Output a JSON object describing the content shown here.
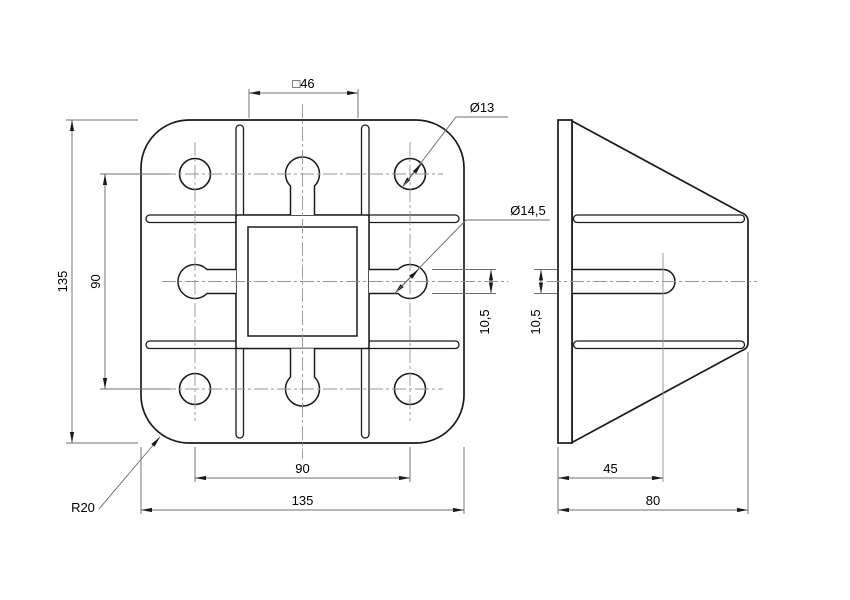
{
  "drawing": {
    "background": "#ffffff",
    "line_color": "#1a1a1a",
    "dim_line_color": "#6e6e6e",
    "centerline_color": "#949494",
    "views": {
      "front": {
        "name": "front-view",
        "dims": {
          "square_socket": "□46",
          "corner_hole_dia": "Ø13",
          "keyhole_dia": "Ø14,5",
          "overall_height": "135",
          "hole_spacing_vertical": "90",
          "slot_width": "10,5",
          "hole_spacing_horizontal": "90",
          "overall_width": "135",
          "corner_radius": "R20"
        }
      },
      "side": {
        "name": "side-view",
        "dims": {
          "slot_width": "10,5",
          "slot_depth": "45",
          "overall_depth": "80"
        }
      }
    }
  }
}
